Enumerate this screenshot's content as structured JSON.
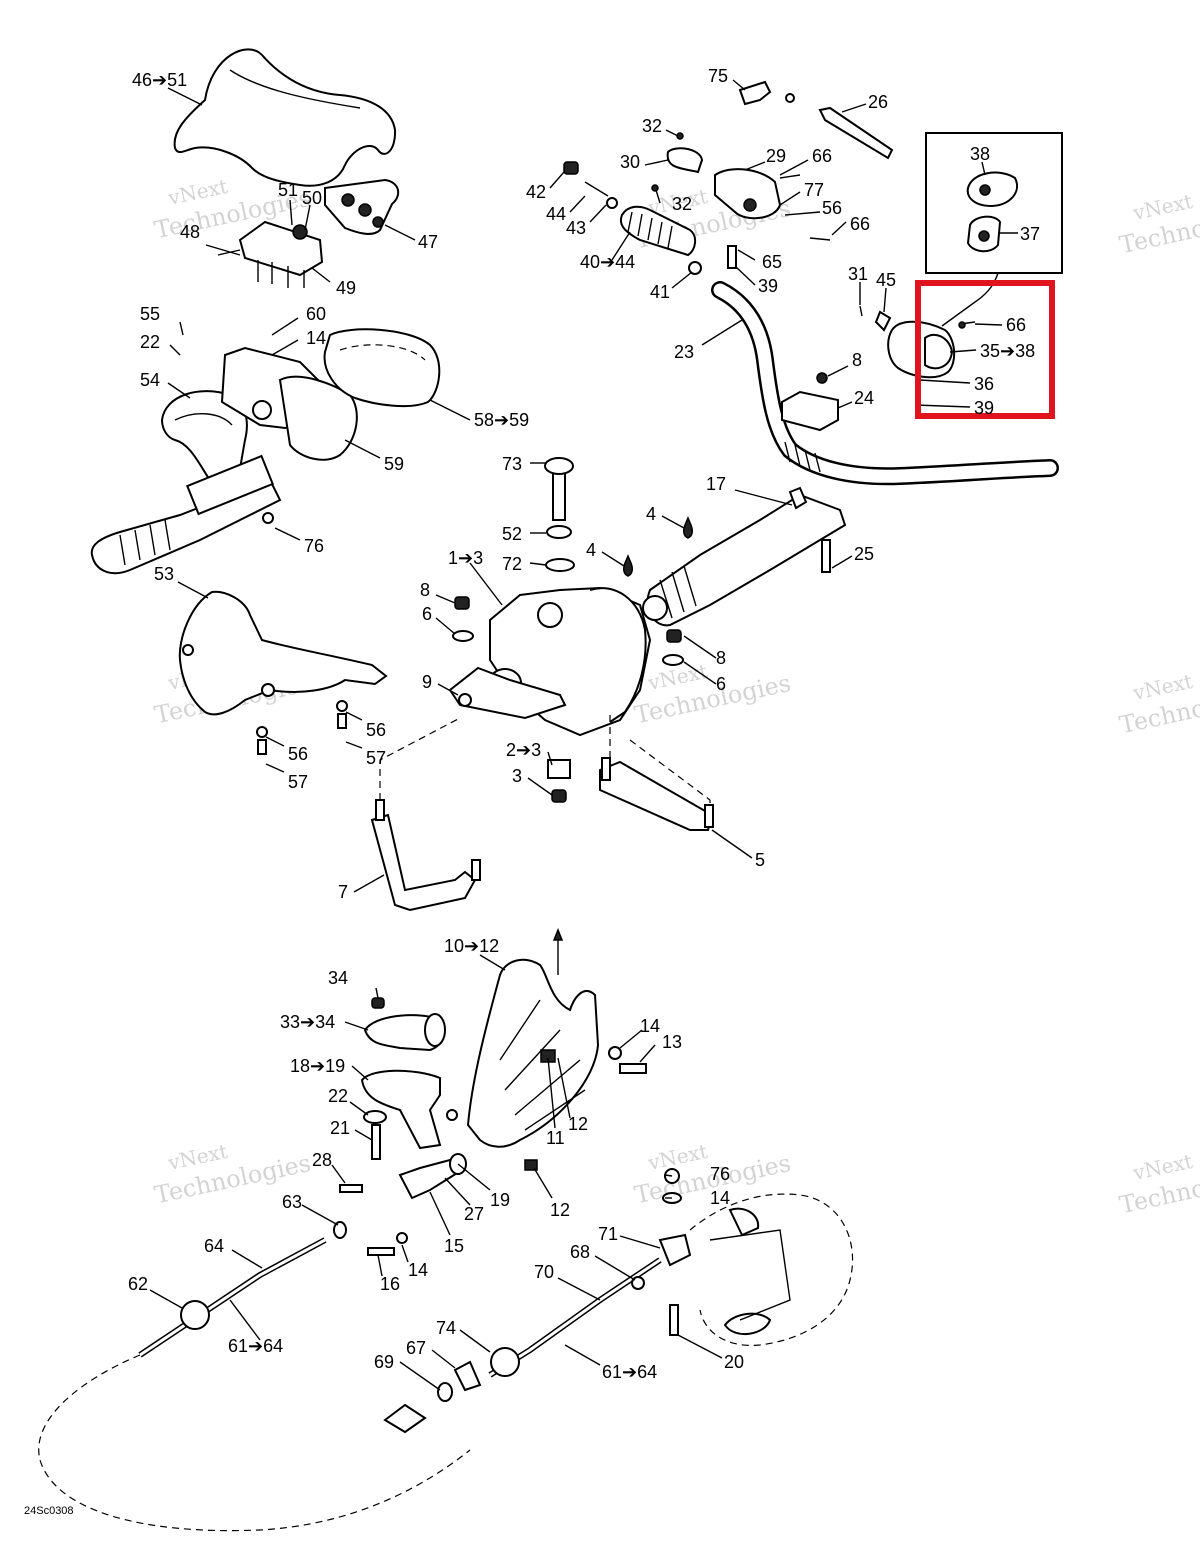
{
  "diagram": {
    "figure_code": "24Sc0308",
    "watermark_line1": "vNext",
    "watermark_line2": "Technologies",
    "highlight_color": "#e0141e",
    "callouts": [
      {
        "id": "c-46-51",
        "text": "46➔51"
      },
      {
        "id": "c-51",
        "text": "51"
      },
      {
        "id": "c-50",
        "text": "50"
      },
      {
        "id": "c-48",
        "text": "48"
      },
      {
        "id": "c-47",
        "text": "47"
      },
      {
        "id": "c-49",
        "text": "49"
      },
      {
        "id": "c-55",
        "text": "55"
      },
      {
        "id": "c-60",
        "text": "60"
      },
      {
        "id": "c-22a",
        "text": "22"
      },
      {
        "id": "c-14a",
        "text": "14"
      },
      {
        "id": "c-54",
        "text": "54"
      },
      {
        "id": "c-58-59",
        "text": "58➔59"
      },
      {
        "id": "c-59",
        "text": "59"
      },
      {
        "id": "c-76a",
        "text": "76"
      },
      {
        "id": "c-53",
        "text": "53"
      },
      {
        "id": "c-56a",
        "text": "56"
      },
      {
        "id": "c-57a",
        "text": "57"
      },
      {
        "id": "c-56b",
        "text": "56"
      },
      {
        "id": "c-57b",
        "text": "57"
      },
      {
        "id": "c-75",
        "text": "75"
      },
      {
        "id": "c-26",
        "text": "26"
      },
      {
        "id": "c-32a",
        "text": "32"
      },
      {
        "id": "c-30",
        "text": "30"
      },
      {
        "id": "c-29",
        "text": "29"
      },
      {
        "id": "c-66a",
        "text": "66"
      },
      {
        "id": "c-42",
        "text": "42"
      },
      {
        "id": "c-32b",
        "text": "32"
      },
      {
        "id": "c-77",
        "text": "77"
      },
      {
        "id": "c-44",
        "text": "44"
      },
      {
        "id": "c-43",
        "text": "43"
      },
      {
        "id": "c-56c",
        "text": "56"
      },
      {
        "id": "c-66b",
        "text": "66"
      },
      {
        "id": "c-40-44",
        "text": "40➔44"
      },
      {
        "id": "c-65",
        "text": "65"
      },
      {
        "id": "c-41",
        "text": "41"
      },
      {
        "id": "c-39a",
        "text": "39"
      },
      {
        "id": "c-38",
        "text": "38"
      },
      {
        "id": "c-37",
        "text": "37"
      },
      {
        "id": "c-31",
        "text": "31"
      },
      {
        "id": "c-45",
        "text": "45"
      },
      {
        "id": "c-66c",
        "text": "66"
      },
      {
        "id": "c-35-38",
        "text": "35➔38"
      },
      {
        "id": "c-36",
        "text": "36"
      },
      {
        "id": "c-39b",
        "text": "39"
      },
      {
        "id": "c-23",
        "text": "23"
      },
      {
        "id": "c-8a",
        "text": "8"
      },
      {
        "id": "c-24",
        "text": "24"
      },
      {
        "id": "c-73",
        "text": "73"
      },
      {
        "id": "c-17",
        "text": "17"
      },
      {
        "id": "c-4a",
        "text": "4"
      },
      {
        "id": "c-52",
        "text": "52"
      },
      {
        "id": "c-4b",
        "text": "4"
      },
      {
        "id": "c-72",
        "text": "72"
      },
      {
        "id": "c-1-3",
        "text": "1➔3"
      },
      {
        "id": "c-25",
        "text": "25"
      },
      {
        "id": "c-8b",
        "text": "8"
      },
      {
        "id": "c-6a",
        "text": "6"
      },
      {
        "id": "c-8c",
        "text": "8"
      },
      {
        "id": "c-6b",
        "text": "6"
      },
      {
        "id": "c-9",
        "text": "9"
      },
      {
        "id": "c-2-3",
        "text": "2➔3"
      },
      {
        "id": "c-3",
        "text": "3"
      },
      {
        "id": "c-5",
        "text": "5"
      },
      {
        "id": "c-7",
        "text": "7"
      },
      {
        "id": "c-10-12",
        "text": "10➔12"
      },
      {
        "id": "c-34",
        "text": "34"
      },
      {
        "id": "c-33-34",
        "text": "33➔34"
      },
      {
        "id": "c-14b",
        "text": "14"
      },
      {
        "id": "c-13",
        "text": "13"
      },
      {
        "id": "c-18-19",
        "text": "18➔19"
      },
      {
        "id": "c-22b",
        "text": "22"
      },
      {
        "id": "c-12a",
        "text": "12"
      },
      {
        "id": "c-11",
        "text": "11"
      },
      {
        "id": "c-21",
        "text": "21"
      },
      {
        "id": "c-28",
        "text": "28"
      },
      {
        "id": "c-19",
        "text": "19"
      },
      {
        "id": "c-12b",
        "text": "12"
      },
      {
        "id": "c-76b",
        "text": "76"
      },
      {
        "id": "c-14c",
        "text": "14"
      },
      {
        "id": "c-63",
        "text": "63"
      },
      {
        "id": "c-27",
        "text": "27"
      },
      {
        "id": "c-15",
        "text": "15"
      },
      {
        "id": "c-64",
        "text": "64"
      },
      {
        "id": "c-71",
        "text": "71"
      },
      {
        "id": "c-68",
        "text": "68"
      },
      {
        "id": "c-16",
        "text": "16"
      },
      {
        "id": "c-14d",
        "text": "14"
      },
      {
        "id": "c-70",
        "text": "70"
      },
      {
        "id": "c-62",
        "text": "62"
      },
      {
        "id": "c-61-64a",
        "text": "61➔64"
      },
      {
        "id": "c-74",
        "text": "74"
      },
      {
        "id": "c-67",
        "text": "67"
      },
      {
        "id": "c-69",
        "text": "69"
      },
      {
        "id": "c-61-64b",
        "text": "61➔64"
      },
      {
        "id": "c-20",
        "text": "20"
      }
    ]
  }
}
